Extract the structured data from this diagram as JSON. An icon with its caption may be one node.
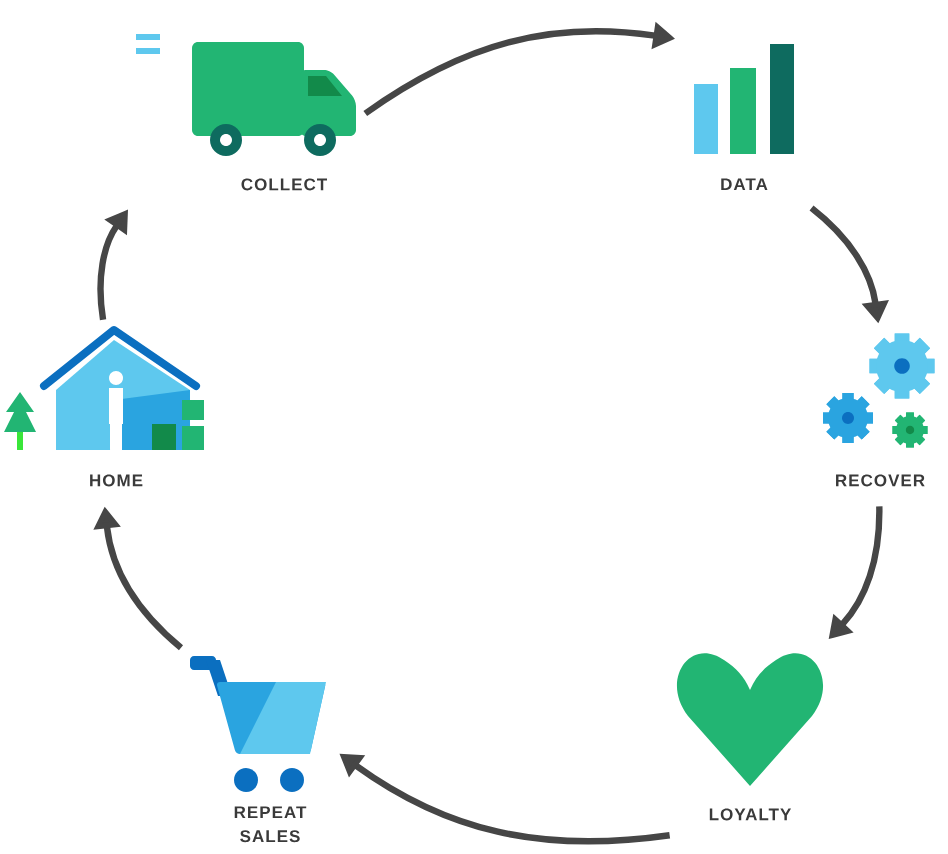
{
  "diagram": {
    "nodes": [
      {
        "text": [
          "COLLECT"
        ]
      },
      {
        "text": [
          "DATA"
        ]
      },
      {
        "text": [
          "RECOVER"
        ]
      },
      {
        "text": [
          "LOYALTY"
        ]
      },
      {
        "text": [
          "REPEAT SALES"
        ]
      },
      {
        "text": [
          "HOME"
        ]
      }
    ],
    "edges": [
      {
        "from": 0,
        "to": 1,
        "arrow": "to"
      },
      {
        "from": 1,
        "to": 2,
        "arrow": "to"
      },
      {
        "from": 2,
        "to": 3,
        "arrow": "to"
      },
      {
        "from": 3,
        "to": 4,
        "arrow": "to"
      },
      {
        "from": 4,
        "to": 5,
        "arrow": "to"
      },
      {
        "from": 5,
        "to": 0,
        "arrow": "to"
      }
    ]
  }
}
